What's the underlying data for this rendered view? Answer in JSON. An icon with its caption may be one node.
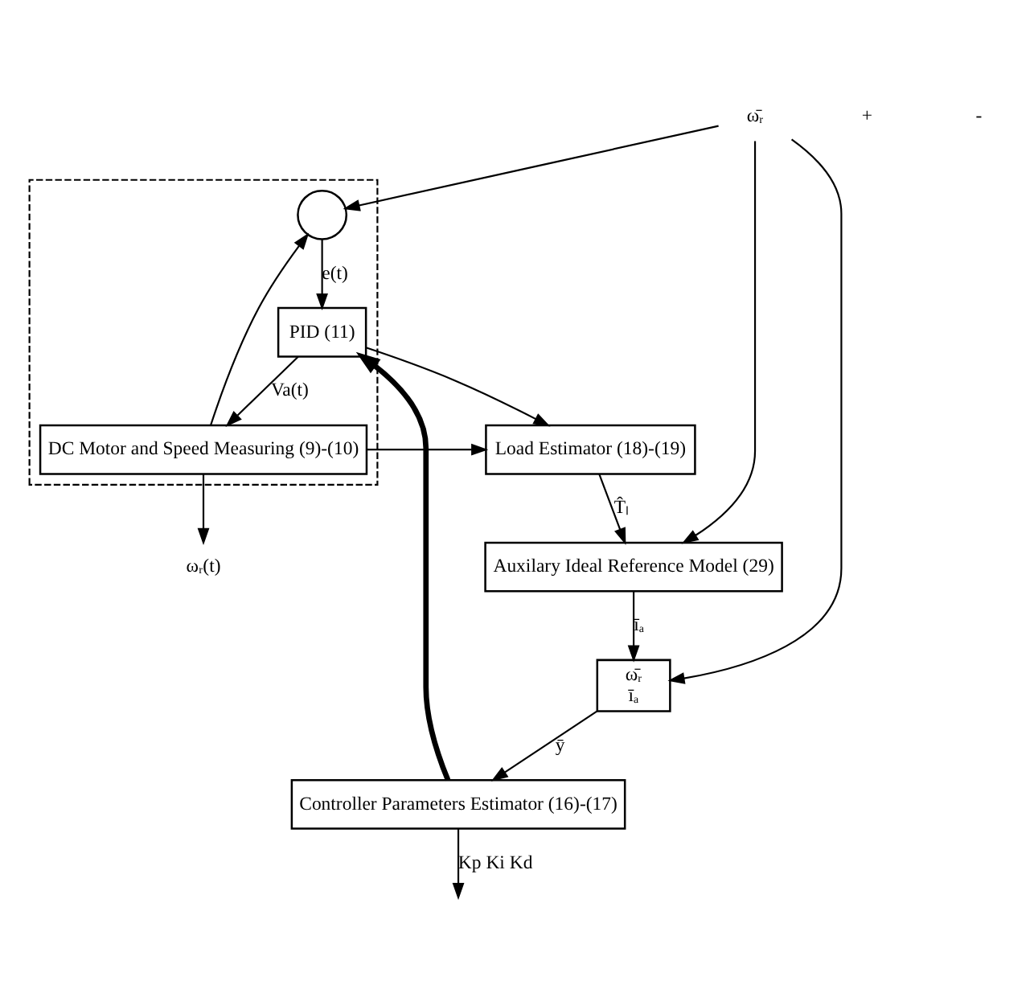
{
  "diagram": {
    "nodes": [
      {
        "text": [
          "Auxilary Ideal Reference Model (29)"
        ]
      },
      {
        "text": [
          "ω̄ᵣ",
          "īₐ"
        ]
      },
      {
        "text": [
          "Controller Parameters Estimator (16)-(17)"
        ]
      },
      {
        "text": [
          "Load Estimator (18)-(19)"
        ]
      },
      {
        "text": [],
        "shape": "box"
      },
      {
        "text": [],
        "shape": "circle",
        "in": 4
      },
      {
        "text": [
          "PID (11)"
        ],
        "in": 4
      },
      {
        "text": [
          "DC Motor and Speed Measuring (9)-(10)"
        ],
        "in": 4
      },
      {
        "text": [
          "ω̄ᵣ"
        ]
      },
      {
        "text": [
          "ωᵣ(t)"
        ]
      }
    ],
    "edges": [
      {
        "from": 8,
        "to": 0,
        "arrow": "to"
      },
      {
        "from": 8,
        "to": 1,
        "arrow": "to"
      },
      {
        "from": 8,
        "to": 5,
        "arrow": "to"
      },
      {
        "from": 0,
        "to": 1,
        "arrow": "to",
        "label": "īₐ"
      },
      {
        "from": 1,
        "to": 2,
        "arrow": "to",
        "label": "ȳ"
      },
      {
        "from": 2,
        "to": null,
        "arrow": "to",
        "label": "Kp Ki Kd"
      },
      {
        "from": 2,
        "to": 6,
        "arrow": "to",
        "style": "thick"
      },
      {
        "from": 5,
        "to": 6,
        "arrow": "to",
        "label": "e(t)"
      },
      {
        "from": 6,
        "to": 7,
        "arrow": "to",
        "label": "Va(t)"
      },
      {
        "from": 6,
        "to": 3,
        "arrow": "to"
      },
      {
        "from": 7,
        "to": 9,
        "arrow": "to"
      },
      {
        "from": 7,
        "to": 5,
        "arrow": "to"
      },
      {
        "from": 7,
        "to": 3,
        "arrow": "to"
      },
      {
        "from": 3,
        "to": 0,
        "arrow": "to",
        "label": "T̂ₗ"
      }
    ],
    "labels": [
      "+",
      "-"
    ]
  }
}
